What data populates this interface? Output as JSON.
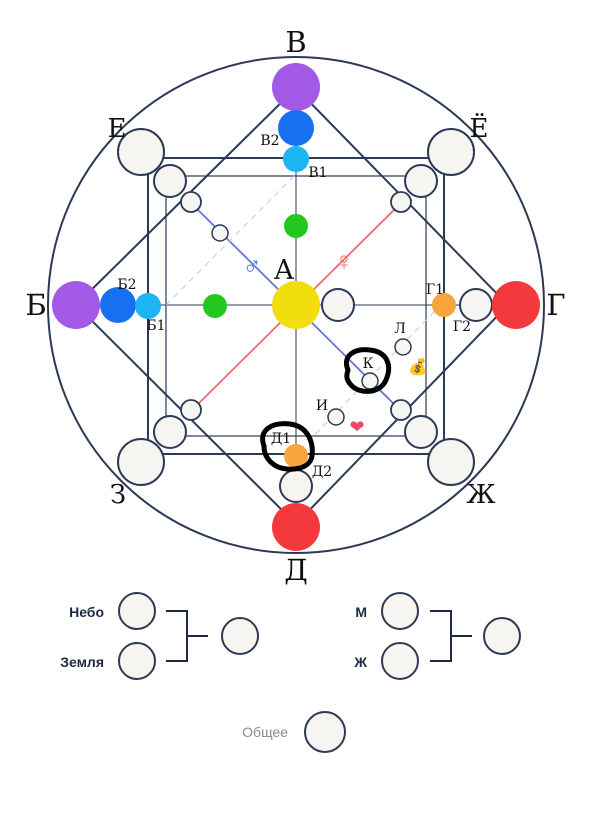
{
  "colors": {
    "line": "#2b3a55",
    "circle_fill": "#f6f5f2",
    "circle_stroke": "#2b3a55",
    "purple": "#a259e6",
    "blue": "#1670ef",
    "light_blue": "#1db4f2",
    "green": "#22c81e",
    "yellow": "#f2dd0f",
    "red": "#f4393c",
    "orange": "#f7a53c",
    "male_axis": "#5d79d8",
    "female_axis": "#f06b6e",
    "dashed": "#c9c9c9",
    "marker": "#000000"
  },
  "labels": {
    "top": "В",
    "left": "Б",
    "right": "Г",
    "bottom": "Д",
    "center": "А",
    "corner_tl": "Е",
    "corner_tr": "Ё",
    "corner_bl": "З",
    "corner_br": "Ж",
    "v2": "В2",
    "v1": "В1",
    "b2": "Б2",
    "b1": "Б1",
    "g1": "Г1",
    "g2": "Г2",
    "d1": "Д1",
    "d2": "Д2",
    "l": "Л",
    "k": "К",
    "i": "И"
  },
  "symbols": {
    "male": "♂",
    "female": "♀",
    "heart": "❤",
    "money": "💰"
  },
  "bottom_panel": {
    "left_group": {
      "top_label": "Небо",
      "bottom_label": "Земля"
    },
    "right_group": {
      "top_label": "М",
      "bottom_label": "Ж"
    },
    "total_label": "Общее"
  },
  "icons": {
    "male": "male-sign-icon",
    "female": "female-sign-icon",
    "heart": "heart-icon",
    "money": "money-bag-icon"
  }
}
